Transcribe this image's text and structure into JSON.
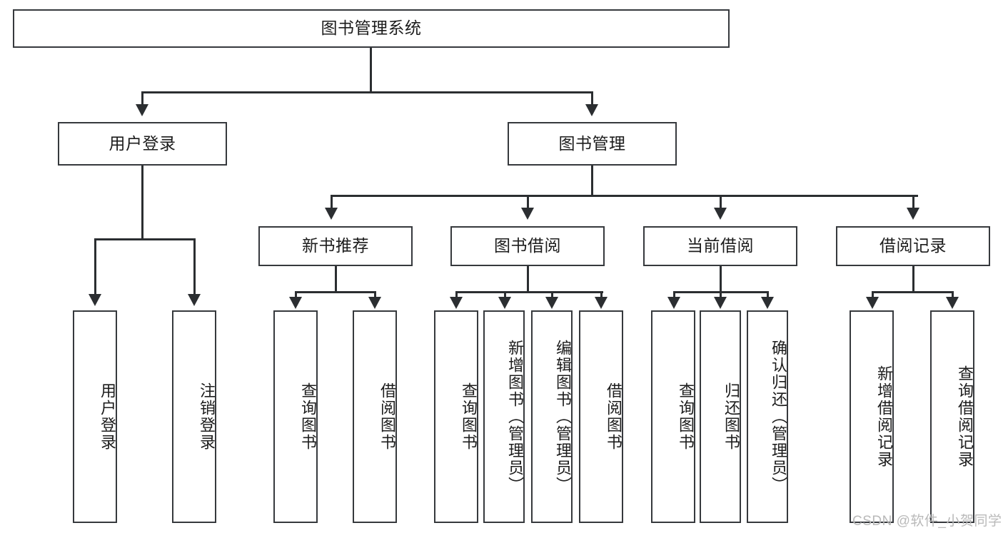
{
  "diagram": {
    "title_node": {
      "label": "图书管理系统"
    },
    "level2": [
      {
        "label": "用户登录"
      },
      {
        "label": "图书管理"
      }
    ],
    "level3": [
      {
        "label": "新书推荐"
      },
      {
        "label": "图书借阅"
      },
      {
        "label": "当前借阅"
      },
      {
        "label": "借阅记录"
      }
    ],
    "leaves": {
      "user_login": [
        {
          "label": "用户登录"
        },
        {
          "label": "注销登录"
        }
      ],
      "new_book_recommend": [
        {
          "label": "查询图书"
        },
        {
          "label": "借阅图书"
        }
      ],
      "book_borrow": [
        {
          "label": "查询图书"
        },
        {
          "label": "新增图书（管理员）"
        },
        {
          "label": "编辑图书（管理员）"
        },
        {
          "label": "借阅图书"
        }
      ],
      "current_borrow": [
        {
          "label": "查询图书"
        },
        {
          "label": "归还图书"
        },
        {
          "label": "确认归还（管理员）"
        }
      ],
      "borrow_record": [
        {
          "label": "新增借阅记录"
        },
        {
          "label": "查询借阅记录"
        }
      ]
    }
  },
  "watermark": {
    "text": "CSDN @软件_小贺同学"
  },
  "colors": {
    "border": "#36393d",
    "line": "#2b2e31",
    "text": "#1c1c1c",
    "background": "#ffffff",
    "watermark": "#b9b9b9"
  }
}
